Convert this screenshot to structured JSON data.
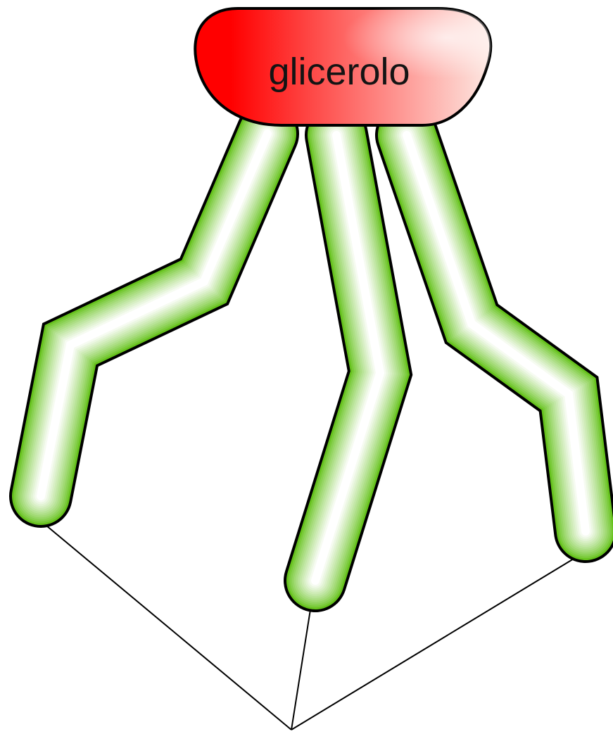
{
  "diagram": {
    "head": {
      "label": "glicerolo",
      "fill_start": "#ff0000",
      "fill_end": "#fde8e2"
    },
    "chains": [
      {
        "name": "fatty-acid-chain-left"
      },
      {
        "name": "fatty-acid-chain-middle"
      },
      {
        "name": "fatty-acid-chain-right"
      }
    ],
    "chain_colors": {
      "edge": "#66c21d",
      "center": "#ffffff",
      "outline": "#000000"
    },
    "apex_lines_color": "#000000"
  }
}
